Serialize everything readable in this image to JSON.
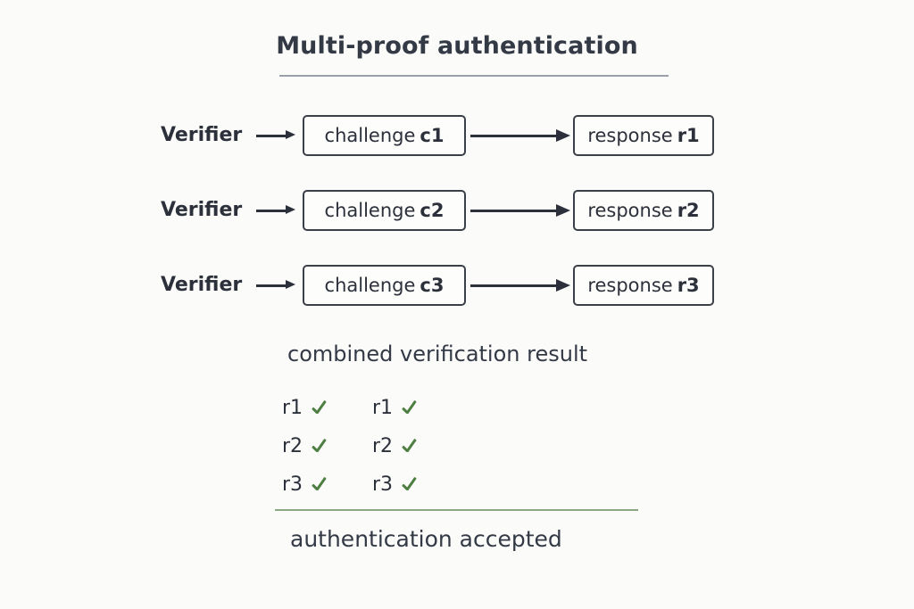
{
  "diagram": {
    "title": "Multi-proof authentication",
    "background_color": "#fbfbfa",
    "title_rule_color": "#9aa0a8",
    "verdict_rule_color": "#8aa882",
    "check_color": "#4e7f42",
    "box_border_color": "#3a3f48",
    "text_color": "#2b303a",
    "exchanges": [
      {
        "actor": "Verifier",
        "challenge_prefix": "challenge",
        "challenge_code": "c1",
        "response_prefix": "response",
        "response_code": "r1",
        "send_arrow": "arrow-right-thin",
        "link_arrow": "arrow-right-thick"
      },
      {
        "actor": "Verifier",
        "challenge_prefix": "challenge",
        "challenge_code": "c2",
        "response_prefix": "response",
        "response_code": "r2",
        "send_arrow": "arrow-right-thin",
        "link_arrow": "arrow-right-thick"
      },
      {
        "actor": "Verifier",
        "challenge_prefix": "challenge",
        "challenge_code": "c3",
        "response_prefix": "response",
        "response_code": "r3",
        "send_arrow": "arrow-right-thin",
        "link_arrow": "arrow-right-thick"
      }
    ],
    "combined": {
      "heading": "combined verification result",
      "check_icon": "check-icon",
      "rows": [
        {
          "left_label": "r1",
          "right_label": "r1",
          "left_status": "verified",
          "right_status": "verified"
        },
        {
          "left_label": "r2",
          "right_label": "r2",
          "left_status": "verified",
          "right_status": "verified"
        },
        {
          "left_label": "r3",
          "right_label": "r3",
          "left_status": "verified",
          "right_status": "verified"
        }
      ]
    },
    "verdict": "authentication accepted"
  }
}
